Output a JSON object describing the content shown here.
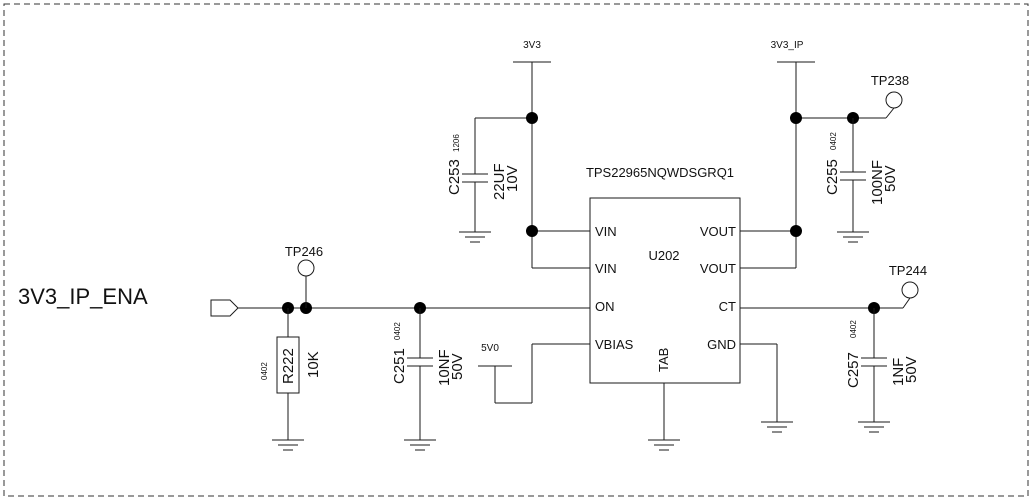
{
  "net_labels": {
    "main_input": "3V3_IP_ENA",
    "rail_3v3": "3V3",
    "rail_3v3_ip": "3V3_IP",
    "rail_5v0": "5V0"
  },
  "chip": {
    "part_number": "TPS22965NQWDSGRQ1",
    "ref": "U202",
    "pins": {
      "vin1": "VIN",
      "vin2": "VIN",
      "on": "ON",
      "vbias": "VBIAS",
      "vout1": "VOUT",
      "vout2": "VOUT",
      "ct": "CT",
      "gnd": "GND",
      "tab": "TAB"
    }
  },
  "components": {
    "c253": {
      "ref": "C253",
      "size": "1206",
      "value": "22UF",
      "voltage": "10V"
    },
    "c255": {
      "ref": "C255",
      "size": "0402",
      "value": "100NF",
      "voltage": "50V"
    },
    "c251": {
      "ref": "C251",
      "size": "0402",
      "value": "10NF",
      "voltage": "50V"
    },
    "c257": {
      "ref": "C257",
      "size": "0402",
      "value": "1NF",
      "voltage": "50V"
    },
    "r222": {
      "ref": "R222",
      "size": "0402",
      "value": "10K"
    }
  },
  "test_points": {
    "tp238": "TP238",
    "tp244": "TP244",
    "tp246": "TP246"
  }
}
